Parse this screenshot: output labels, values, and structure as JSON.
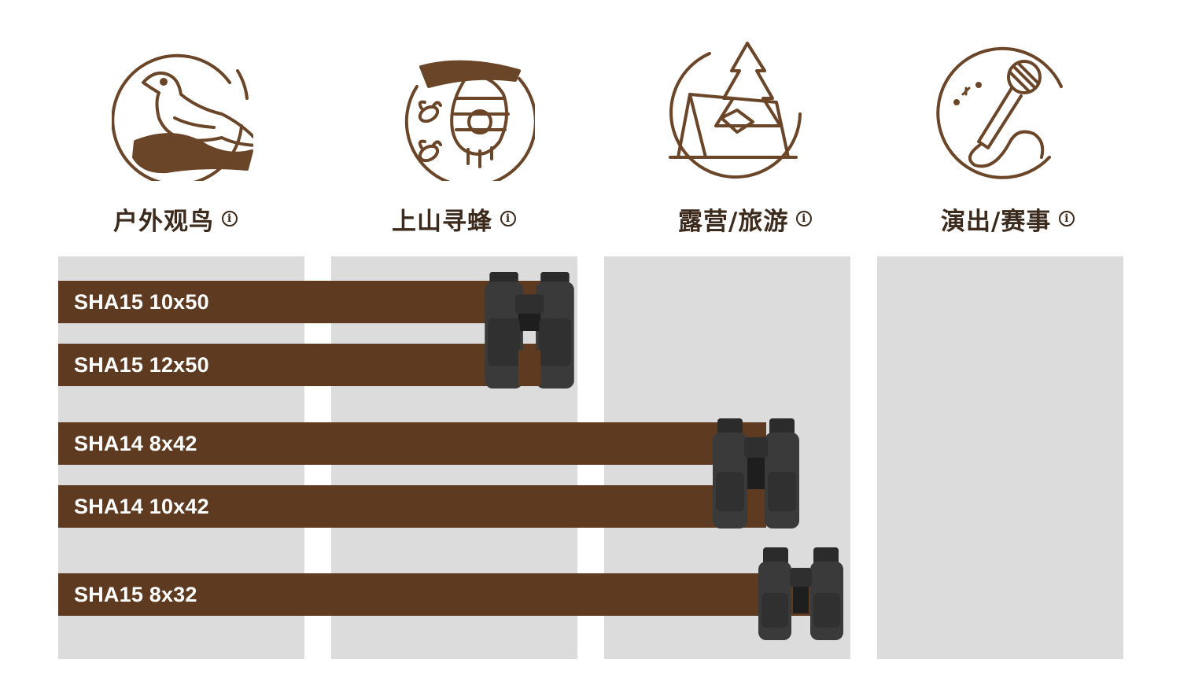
{
  "scenes": [
    {
      "label": "户外观鸟",
      "icon": "bird-icon"
    },
    {
      "label": "上山寻蜂",
      "icon": "bee-hive-icon"
    },
    {
      "label": "露营/旅游",
      "icon": "tent-icon"
    },
    {
      "label": "演出/赛事",
      "icon": "microphone-icon"
    }
  ],
  "info_glyph": "i",
  "products": [
    {
      "name": "SHA15 10x50"
    },
    {
      "name": "SHA15 12x50"
    },
    {
      "name": "SHA14 8x42"
    },
    {
      "name": "SHA14 10x42"
    },
    {
      "name": "SHA15 8x32"
    }
  ],
  "colors": {
    "brown": "#5e3b20",
    "panel": "#dcdcdc",
    "label": "#3c2a1c",
    "icon_stroke": "#6b4528"
  }
}
